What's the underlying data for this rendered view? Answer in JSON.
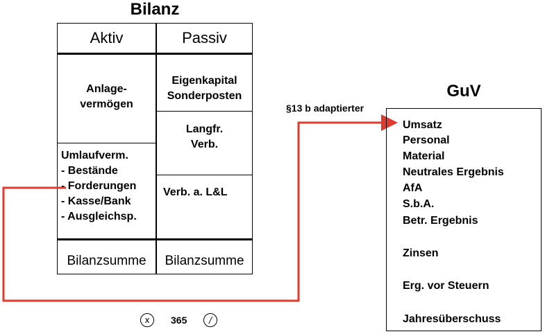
{
  "bilanz": {
    "title": "Bilanz",
    "aktiv_header": "Aktiv",
    "passiv_header": "Passiv",
    "aktiv": {
      "anlage_line1": "Anlage-",
      "anlage_line2": "vermögen",
      "umlauf_lines": [
        "Umlaufverm.",
        "- Bestände",
        "- Forderungen",
        "- Kasse/Bank",
        "- Ausgleichsp."
      ],
      "summe": "Bilanzsumme"
    },
    "passiv": {
      "eigenkapital": "Eigenkapital",
      "sonderposten": "Sonderposten",
      "langfr_line1": "Langfr.",
      "langfr_line2": "Verb.",
      "verb_ll": "Verb. a. L&L",
      "summe": "Bilanzsumme"
    }
  },
  "connector": {
    "label": "§13 b adaptierter",
    "color": "#e03a2f"
  },
  "guv": {
    "title": "GuV",
    "items": [
      "Umsatz",
      "Personal",
      "Material",
      "Neutrales Ergebnis",
      "AfA",
      "S.b.A.",
      "Betr. Ergebnis",
      "Zinsen",
      "Erg. vor Steuern",
      "Jahresüberschuss"
    ]
  },
  "controls": {
    "close_glyph": "x",
    "page_number": "365",
    "edit_glyph": "/"
  }
}
